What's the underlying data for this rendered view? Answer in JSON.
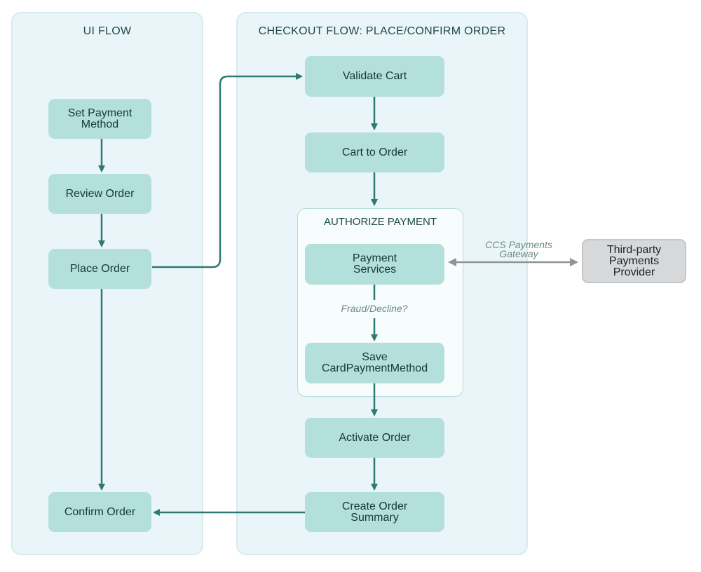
{
  "lanes": {
    "ui_flow": {
      "title": "UI FLOW"
    },
    "checkout_flow": {
      "title": "CHECKOUT FLOW: PLACE/CONFIRM ORDER"
    }
  },
  "group": {
    "title": "AUTHORIZE PAYMENT"
  },
  "nodes": {
    "set_payment_method": "Set Payment\nMethod",
    "review_order": "Review Order",
    "place_order": "Place Order",
    "confirm_order": "Confirm Order",
    "validate_cart": "Validate Cart",
    "cart_to_order": "Cart to Order",
    "payment_services": "Payment\nServices",
    "save_card_payment_method": "Save\nCardPaymentMethod",
    "activate_order": "Activate Order",
    "create_order_summary": "Create Order\nSummary",
    "third_party_provider": "Third-party\nPayments\nProvider"
  },
  "edge_labels": {
    "gateway": "CCS Payments\nGateway",
    "fraud_decline": "Fraud/Decline?"
  },
  "colors": {
    "lane_fill": "#eaf5f9",
    "node_fill": "#b3e0db",
    "arrow": "#2e7a70",
    "gateway_arrow": "#8f9496",
    "external_fill": "#d6d8da"
  }
}
